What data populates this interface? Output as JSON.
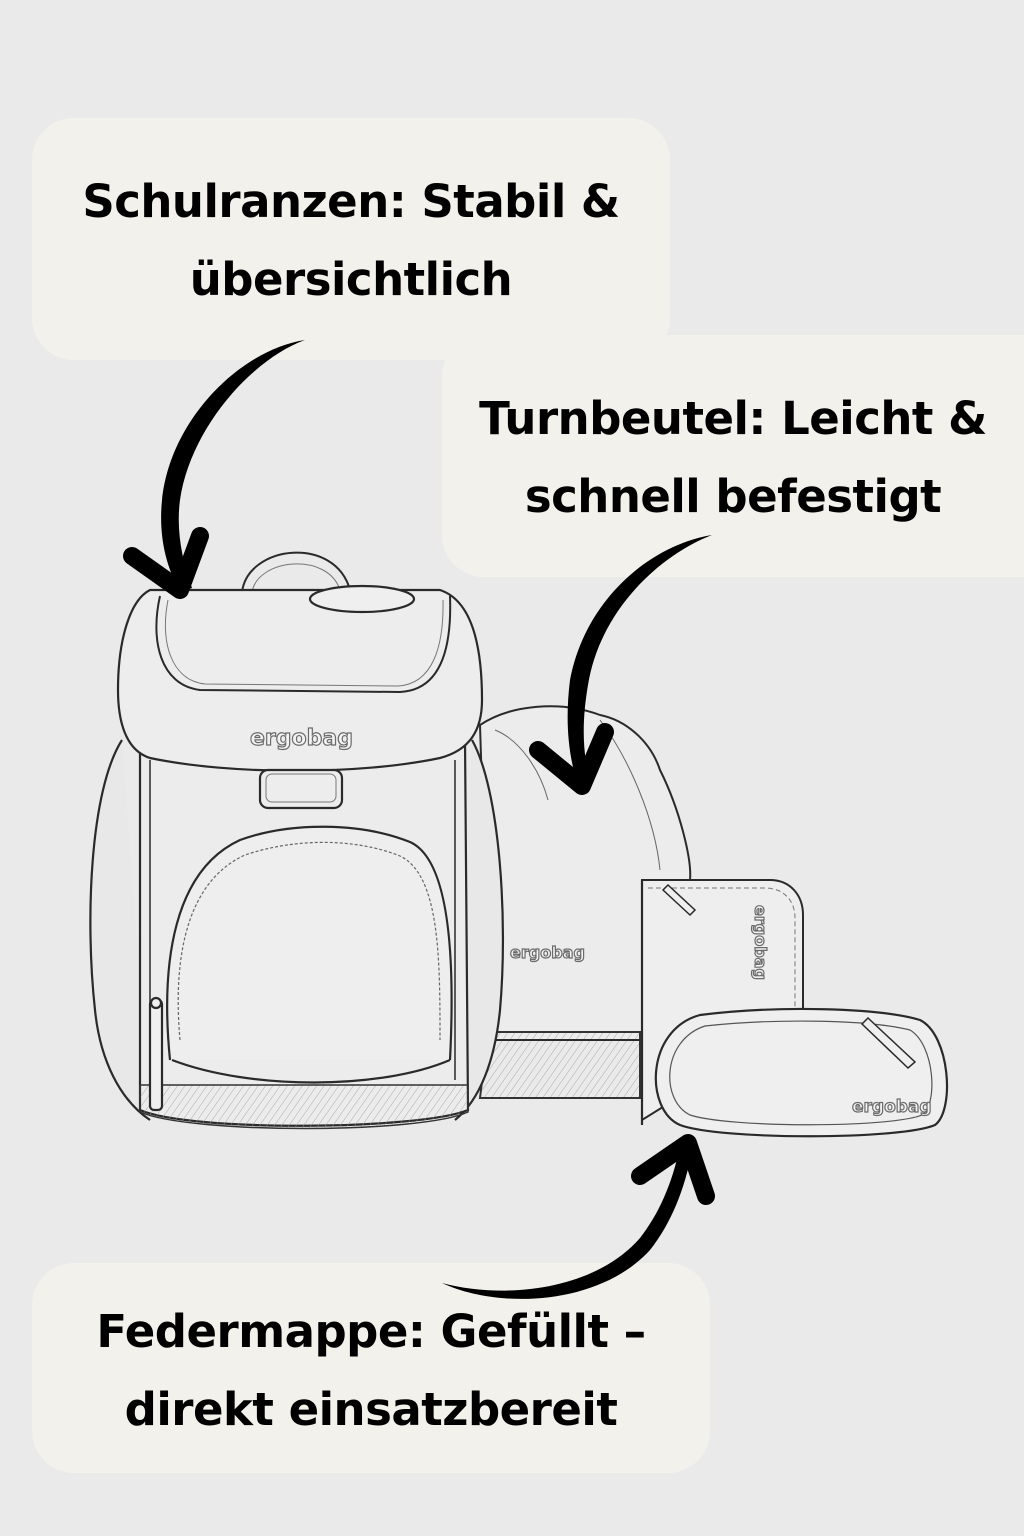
{
  "canvas": {
    "background": "#eaeaea",
    "callout_background": "#f3f1eb",
    "text_color": "#000000",
    "arrow_color": "#000000"
  },
  "callouts": [
    {
      "id": "schulranzen",
      "lines": [
        "Schulranzen: Stabil &",
        "übersichtlich"
      ],
      "points_to": "school-backpack"
    },
    {
      "id": "turnbeutel",
      "lines": [
        "Turnbeutel: Leicht &",
        "schnell befestigt"
      ],
      "points_to": "gym-bag"
    },
    {
      "id": "federmappe",
      "lines": [
        "Federmappe: Gefüllt –",
        "direkt einsatzbereit"
      ],
      "points_to": "pencil-case"
    }
  ],
  "illustration": {
    "items": [
      {
        "name": "school-backpack",
        "brand_label": "ergobag"
      },
      {
        "name": "gym-bag",
        "brand_label": "ergobag"
      },
      {
        "name": "filled-pencil-case",
        "brand_label": "ergobag"
      },
      {
        "name": "pencil-pouch",
        "brand_label": "ergobag"
      }
    ]
  }
}
